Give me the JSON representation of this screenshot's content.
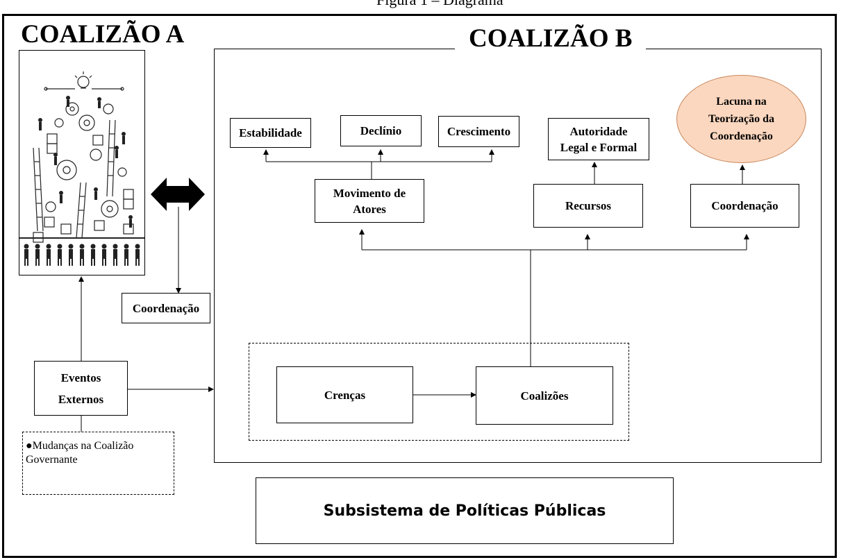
{
  "header_partial_text": "Figura 1 – Diagrama",
  "coalition_a": {
    "title": "COALIZÃO A"
  },
  "coalition_b": {
    "title": "COALIZÃO B"
  },
  "boxes": {
    "estabilidade": "Estabilidade",
    "declinio": "Declínio",
    "crescimento": "Crescimento",
    "autoridade_line1": "Autoridade",
    "autoridade_line2": "Legal e Formal",
    "lacuna_line1": "Lacuna na",
    "lacuna_line2": "Teorização da",
    "lacuna_line3": "Coordenação",
    "movimento_line1": "Movimento de",
    "movimento_line2": "Atores",
    "recursos": "Recursos",
    "coordenacao_b": "Coordenação",
    "coordenacao_left": "Coordenação",
    "eventos_line1": "Eventos",
    "eventos_line2": "Externos",
    "crencas": "Crenças",
    "coalizoes": "Coalizões"
  },
  "note": {
    "bullet": "●",
    "text": "Mudanças na Coalizão Governante"
  },
  "footer": {
    "title": "Subsistema de Políticas Públicas"
  },
  "colors": {
    "lacuna_fill": "#fbd7bf",
    "lacuna_border": "#c8865a",
    "lines": "#000000"
  },
  "illustration": {
    "description_icon": "people-gears-ladders-illustration"
  }
}
